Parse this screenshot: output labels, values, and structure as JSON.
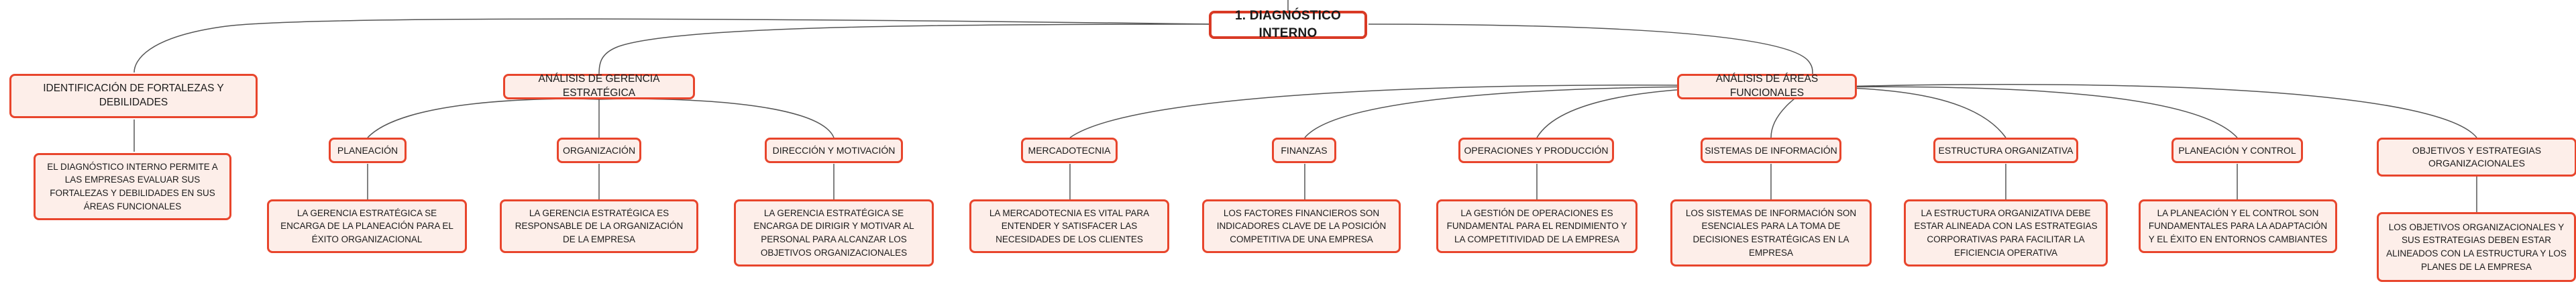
{
  "root": {
    "label": "1. DIAGNÓSTICO INTERNO"
  },
  "branches": [
    {
      "label": "IDENTIFICACIÓN DE FORTALEZAS Y DEBILIDADES",
      "description": "EL DIAGNÓSTICO INTERNO PERMITE A LAS EMPRESAS EVALUAR SUS FORTALEZAS Y DEBILIDADES EN SUS ÁREAS FUNCIONALES"
    },
    {
      "label": "ANÁLISIS DE GERENCIA ESTRATÉGICA",
      "children": [
        {
          "label": "PLANEACIÓN",
          "description": "LA GERENCIA ESTRATÉGICA SE ENCARGA DE LA PLANEACIÓN PARA EL ÉXITO ORGANIZACIONAL"
        },
        {
          "label": "ORGANIZACIÓN",
          "description": "LA GERENCIA ESTRATÉGICA ES RESPONSABLE DE LA ORGANIZACIÓN DE LA EMPRESA"
        },
        {
          "label": "DIRECCIÓN Y MOTIVACIÓN",
          "description": "LA GERENCIA ESTRATÉGICA SE ENCARGA DE DIRIGIR Y MOTIVAR AL PERSONAL PARA ALCANZAR LOS OBJETIVOS ORGANIZACIONALES"
        }
      ]
    },
    {
      "label": "ANÁLISIS DE ÁREAS FUNCIONALES",
      "children": [
        {
          "label": "MERCADOTECNIA",
          "description": "LA MERCADOTECNIA ES VITAL PARA ENTENDER Y SATISFACER LAS NECESIDADES DE LOS CLIENTES"
        },
        {
          "label": "FINANZAS",
          "description": "LOS FACTORES FINANCIEROS SON INDICADORES CLAVE DE LA POSICIÓN COMPETITIVA DE UNA EMPRESA"
        },
        {
          "label": "OPERACIONES Y PRODUCCIÓN",
          "description": "LA GESTIÓN DE OPERACIONES ES FUNDAMENTAL PARA EL RENDIMIENTO Y LA COMPETITIVIDAD DE LA EMPRESA"
        },
        {
          "label": "SISTEMAS DE INFORMACIÓN",
          "description": "LOS SISTEMAS DE INFORMACIÓN SON ESENCIALES PARA LA TOMA DE DECISIONES ESTRATÉGICAS EN LA EMPRESA"
        },
        {
          "label": "ESTRUCTURA ORGANIZATIVA",
          "description": "LA ESTRUCTURA ORGANIZATIVA DEBE ESTAR ALINEADA CON LAS ESTRATEGIAS CORPORATIVAS PARA FACILITAR LA EFICIENCIA OPERATIVA"
        },
        {
          "label": "PLANEACIÓN Y CONTROL",
          "description": "LA PLANEACIÓN Y EL CONTROL SON FUNDAMENTALES PARA LA ADAPTACIÓN Y EL ÉXITO EN ENTORNOS CAMBIANTES"
        },
        {
          "label": "OBJETIVOS Y ESTRATEGIAS ORGANIZACIONALES",
          "description": "LOS OBJETIVOS ORGANIZACIONALES Y SUS ESTRATEGIAS DEBEN ESTAR ALINEADOS CON LA ESTRUCTURA Y LOS PLANES DE LA EMPRESA"
        }
      ]
    }
  ]
}
